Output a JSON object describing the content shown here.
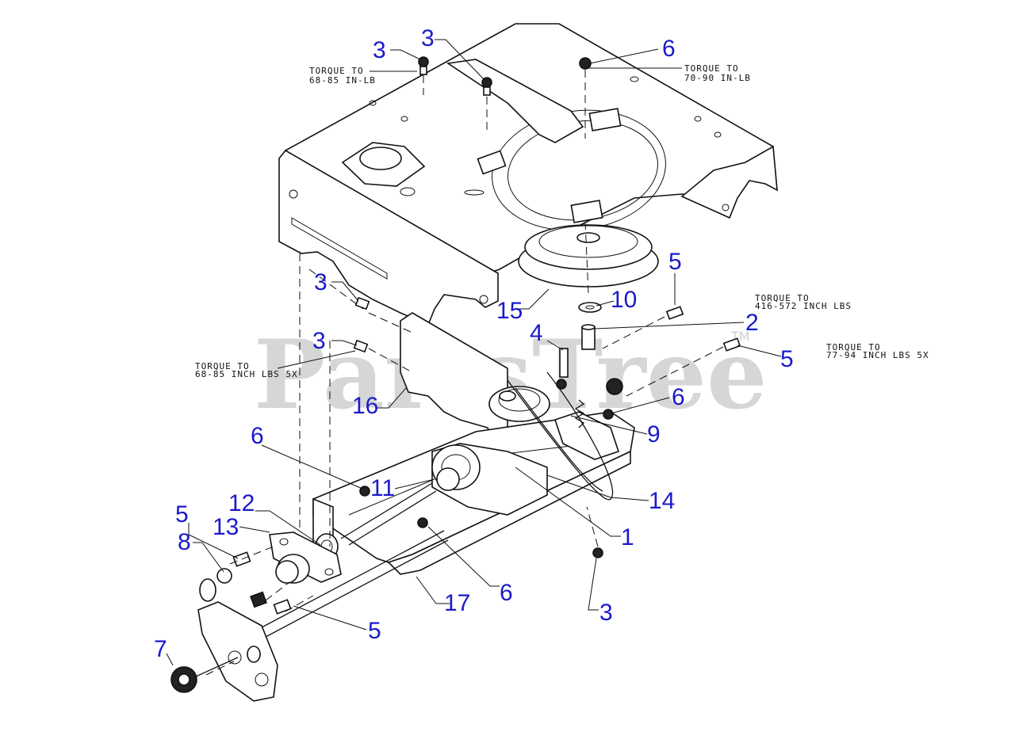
{
  "watermark": {
    "text": "PartsTree",
    "tm": "TM"
  },
  "callouts": [
    {
      "id": "c1",
      "label": "3"
    },
    {
      "id": "c2",
      "label": "3"
    },
    {
      "id": "c3",
      "label": "6"
    },
    {
      "id": "c4",
      "label": "5"
    },
    {
      "id": "c5",
      "label": "10"
    },
    {
      "id": "c6",
      "label": "3"
    },
    {
      "id": "c7",
      "label": "15"
    },
    {
      "id": "c8",
      "label": "2"
    },
    {
      "id": "c9",
      "label": "4"
    },
    {
      "id": "c10",
      "label": "3"
    },
    {
      "id": "c11",
      "label": "5"
    },
    {
      "id": "c12",
      "label": "16"
    },
    {
      "id": "c13",
      "label": "6"
    },
    {
      "id": "c14",
      "label": "9"
    },
    {
      "id": "c15",
      "label": "6"
    },
    {
      "id": "c16",
      "label": "11"
    },
    {
      "id": "c17",
      "label": "14"
    },
    {
      "id": "c18",
      "label": "12"
    },
    {
      "id": "c19",
      "label": "5"
    },
    {
      "id": "c20",
      "label": "13"
    },
    {
      "id": "c21",
      "label": "1"
    },
    {
      "id": "c22",
      "label": "8"
    },
    {
      "id": "c23",
      "label": "6"
    },
    {
      "id": "c24",
      "label": "17"
    },
    {
      "id": "c25",
      "label": "3"
    },
    {
      "id": "c26",
      "label": "5"
    },
    {
      "id": "c27",
      "label": "7"
    }
  ],
  "torque_notes": [
    {
      "id": "t1",
      "line1": "TORQUE TO",
      "line2": "68-85 IN-LB"
    },
    {
      "id": "t2",
      "line1": "TORQUE TO",
      "line2": "70-90 IN-LB"
    },
    {
      "id": "t3",
      "line1": "TORQUE TO",
      "line2": "416-572 INCH LBS"
    },
    {
      "id": "t4",
      "line1": "TORQUE TO",
      "line2": "77-94 INCH LBS 5X"
    },
    {
      "id": "t5",
      "line1": "TORQUE TO",
      "line2": "68-85 INCH LBS 5X"
    }
  ]
}
